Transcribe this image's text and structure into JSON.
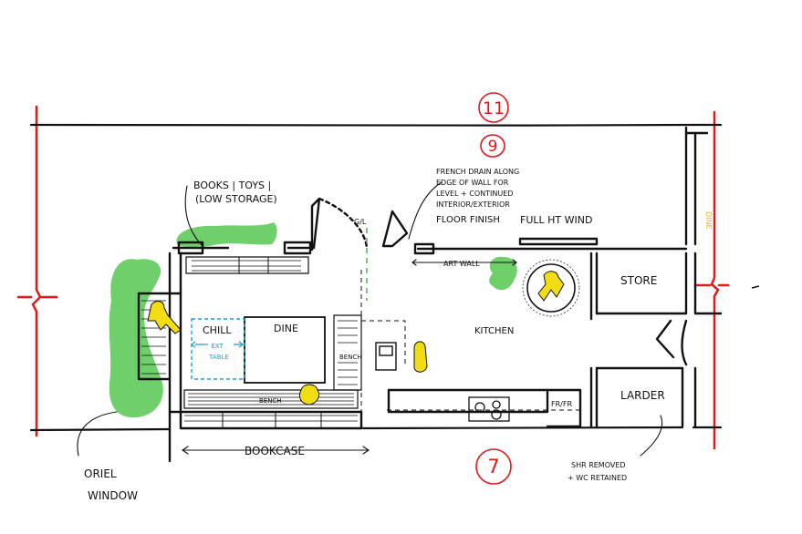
{
  "colors": {
    "ink": "#111111",
    "red": "#e01919",
    "green": "#6fcf6a",
    "yellow": "#f2dd12",
    "blue": "#1e9fd8",
    "dine_label": "#e3c100"
  },
  "dimensions": {
    "top": "11",
    "middle": "9",
    "bottom": "7"
  },
  "rooms": {
    "store": "STORE",
    "larder": "LARDER",
    "kitchen": "KITCHEN",
    "chill": "CHILL",
    "dine": "DINE",
    "dine_side": "DINE",
    "ext_table": "EXT\nTABLE",
    "fr_fr": "FR/FR"
  },
  "labels": {
    "books": "BOOKS | TOYS |\n(LOW STORAGE)",
    "french_drain": "FRENCH DRAIN ALONG\nEDGE OF WALL FOR\nLEVEL + CONTINUED\nINTERIOR/EXTERIOR\nFLOOR FINISH",
    "full_ht_wind": "FULL HT WIND",
    "art_wall": "ART WALL",
    "bookcase": "BOOKCASE",
    "bench_bottom": "BENCH",
    "bench_side": "BENCH",
    "oriel": "ORIEL\nWINDOW",
    "shr": "SHR REMOVED\n+ WC RETAINED",
    "gl": "G/L"
  }
}
